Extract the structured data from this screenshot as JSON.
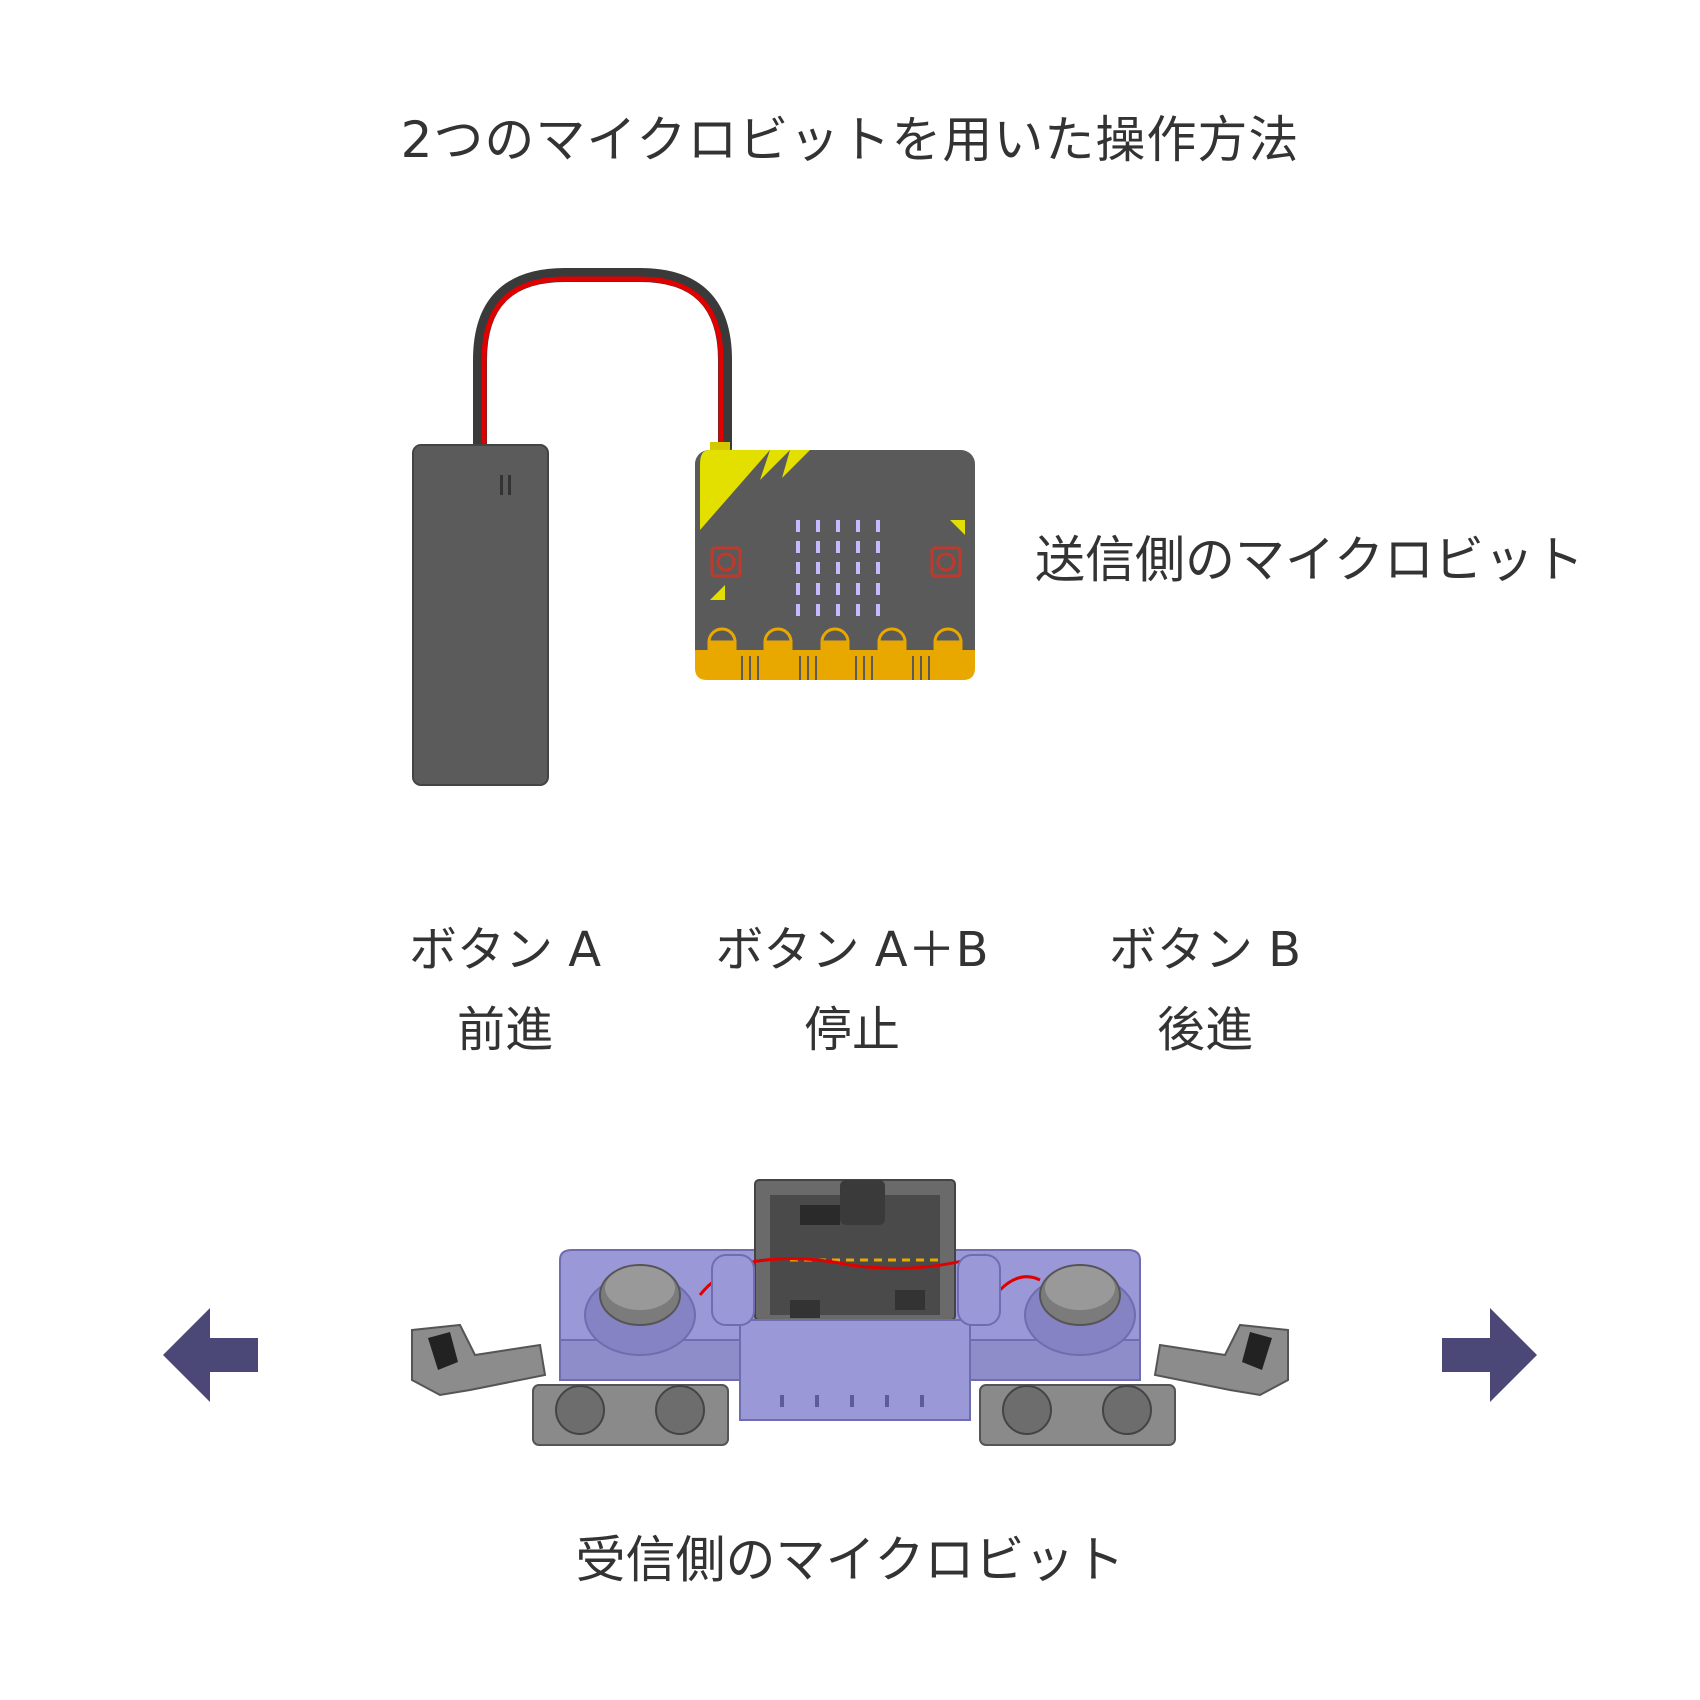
{
  "title": "2つのマイクロビットを用いた操作方法",
  "sender": {
    "label": "送信側のマイクロビット"
  },
  "controls": [
    {
      "button": "ボタン A",
      "action": "前進"
    },
    {
      "button": "ボタン A＋B",
      "action": "停止"
    },
    {
      "button": "ボタン B",
      "action": "後進"
    }
  ],
  "receiver": {
    "label": "受信側のマイクロビット"
  },
  "colors": {
    "battery": "#5b5b5b",
    "board": "#5a5a5a",
    "board_yellow": "#e3e000",
    "edge_connector": "#e8a800",
    "led": "#c7b9ff",
    "button_red": "#c0392b",
    "wire_red": "#e00000",
    "wire_black": "#3a3a3a",
    "chassis": "#9a98d6",
    "arrow": "#4b4878",
    "gray_part": "#8c8c8c"
  },
  "icons": [
    "battery-box-icon",
    "microbit-board-icon",
    "train-chassis-icon",
    "arrow-left-icon",
    "arrow-right-icon"
  ]
}
